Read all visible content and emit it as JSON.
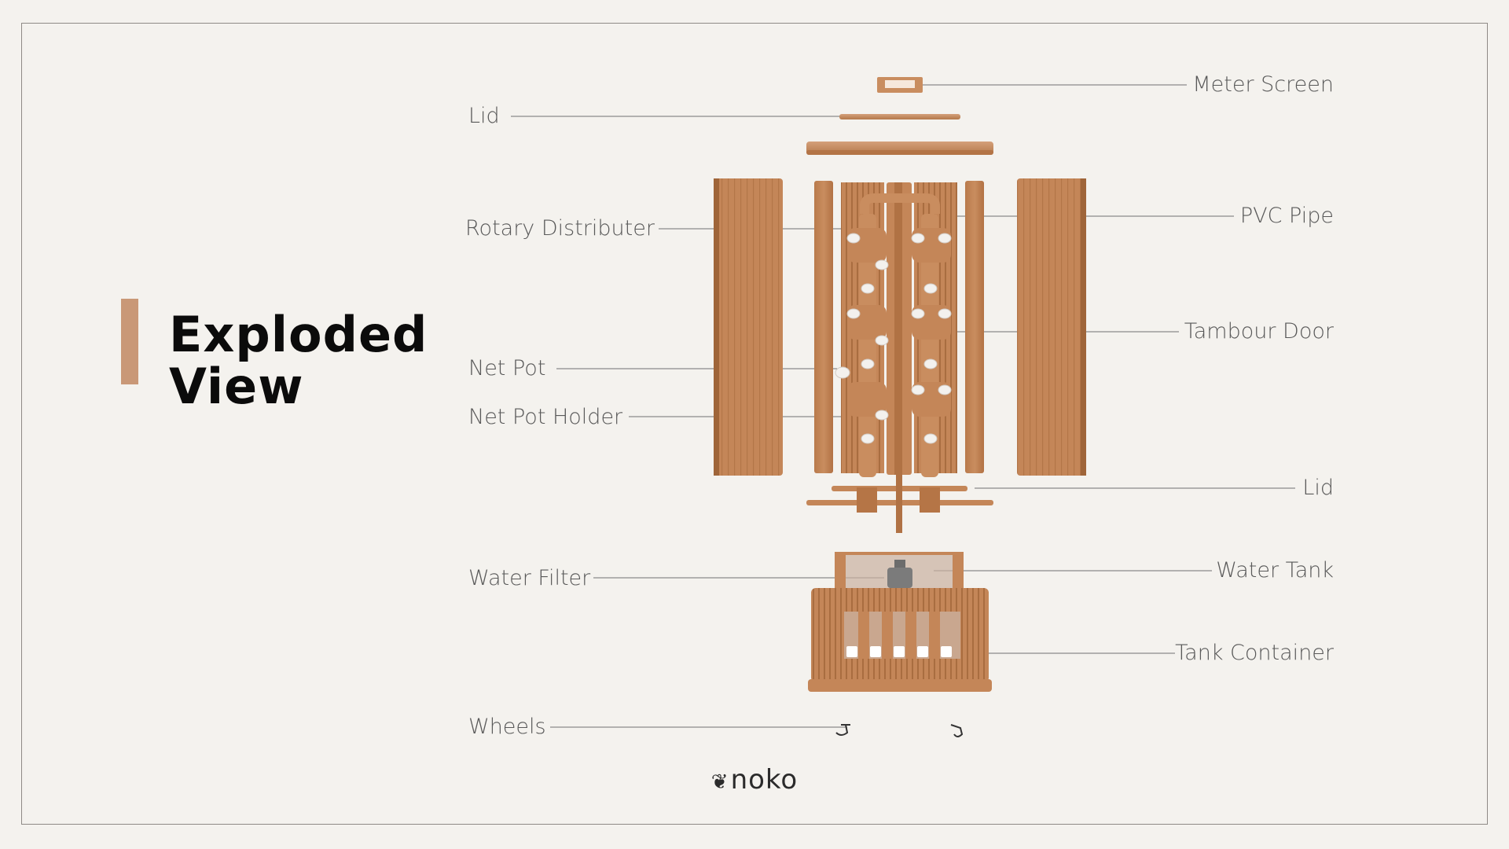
{
  "slide": {
    "title_line1": "Exploded",
    "title_line2": "View"
  },
  "callouts": {
    "meter_screen": "Meter Screen",
    "lid_top": "Lid",
    "rotary_distributer": "Rotary Distributer",
    "pvc_pipe": "PVC Pipe",
    "tambour_door": "Tambour Door",
    "net_pot": "Net Pot",
    "net_pot_holder": "Net Pot Holder",
    "lid_bottom": "Lid",
    "water_tank": "Water Tank",
    "water_filter": "Water Filter",
    "tank_container": "Tank Container",
    "wheels": "Wheels"
  },
  "brand": {
    "name": "noko",
    "icon": "leaf-icon"
  },
  "colors": {
    "accent": "#c99877",
    "wood": "#c48658",
    "wood_dark": "#a8703f",
    "wood_light": "#d9a57c",
    "leader_line": "#8a8a8a",
    "text": "#595959",
    "title": "#0b0b0b",
    "background": "#f4f2ee"
  }
}
